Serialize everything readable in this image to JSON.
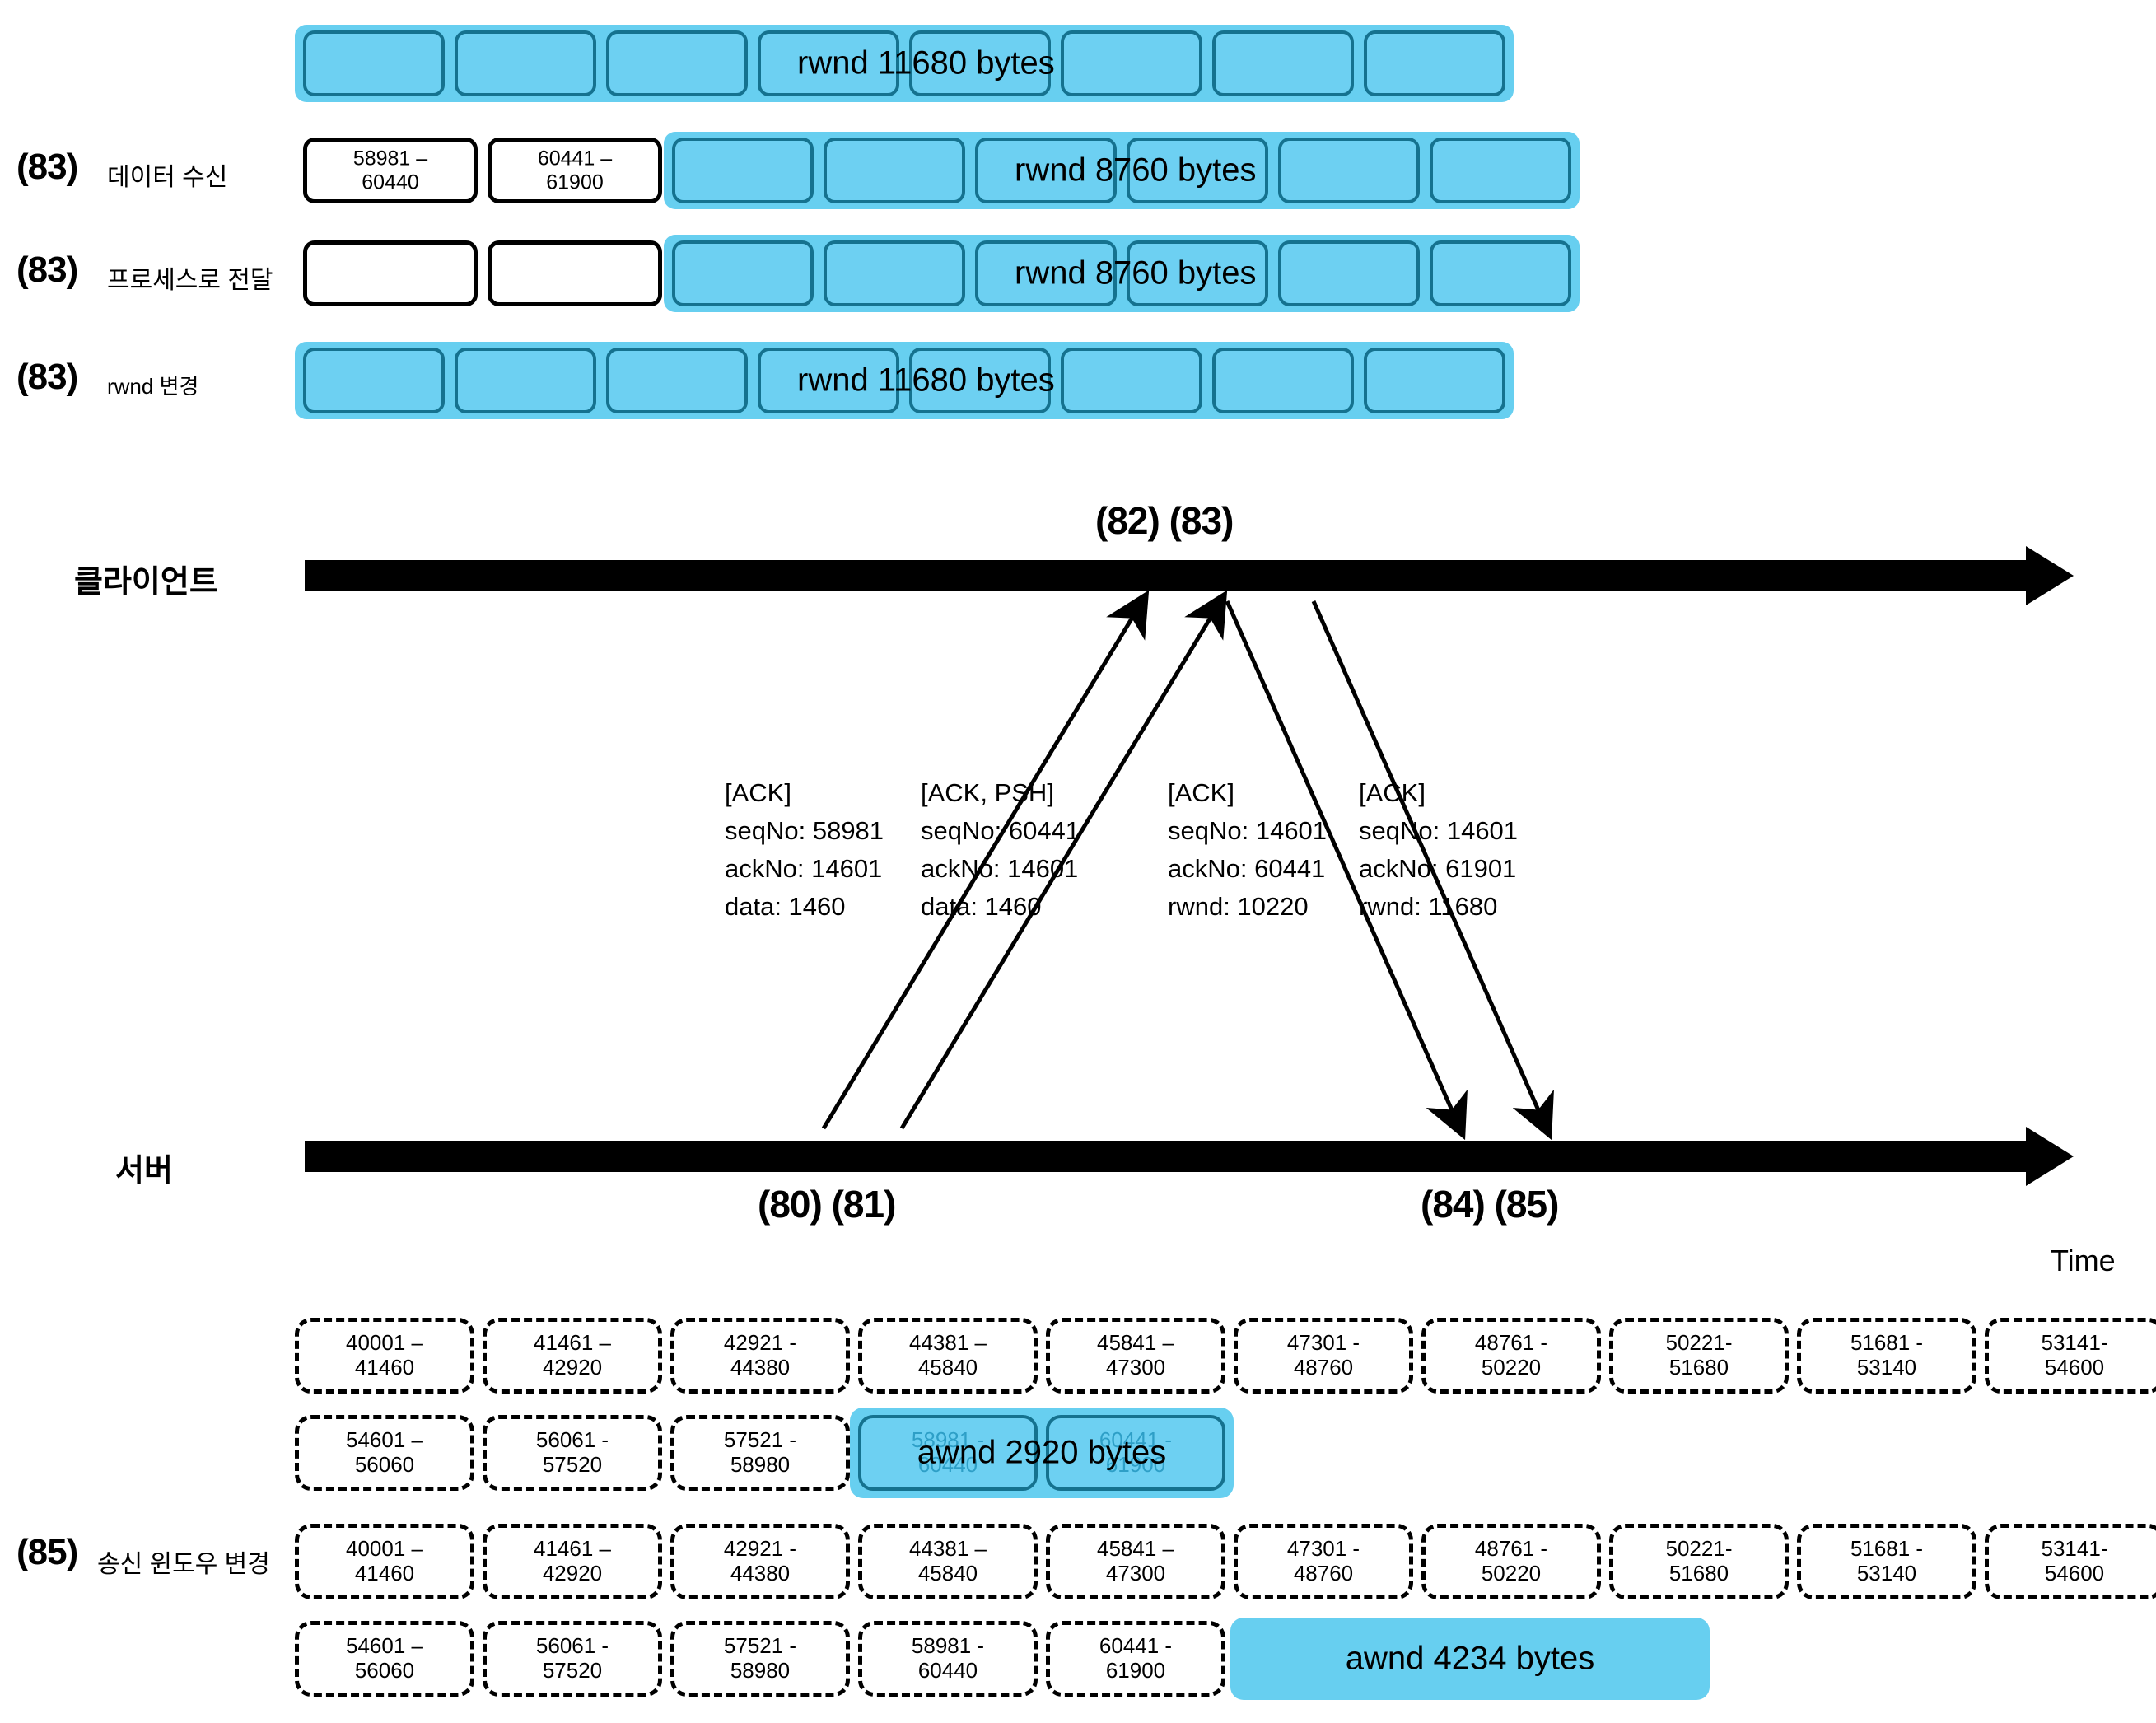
{
  "diagram": {
    "title_internal": "TCP flow control timeline",
    "colors": {
      "window_fill": "#6DD0F2",
      "window_band": "#67CFF0",
      "window_border": "#15728F",
      "inner_text_blue": "#2E9FC7",
      "line": "#000000"
    }
  },
  "receiver": {
    "rows": [
      {
        "step": "",
        "desc": "",
        "caption": "rwnd 11680 bytes",
        "cells": [
          {
            "kind": "blue",
            "text": ""
          },
          {
            "kind": "blue",
            "text": ""
          },
          {
            "kind": "blue",
            "text": ""
          },
          {
            "kind": "blue",
            "text": ""
          },
          {
            "kind": "blue",
            "text": ""
          },
          {
            "kind": "blue",
            "text": ""
          },
          {
            "kind": "blue",
            "text": ""
          },
          {
            "kind": "blue",
            "text": ""
          }
        ]
      },
      {
        "step": "(83)",
        "desc": "데이터 수신",
        "caption": "rwnd 8760 bytes",
        "cells": [
          {
            "kind": "white",
            "text": "58981 –\n60440"
          },
          {
            "kind": "white",
            "text": "60441 –\n61900"
          },
          {
            "kind": "blue",
            "text": ""
          },
          {
            "kind": "blue",
            "text": ""
          },
          {
            "kind": "blue",
            "text": ""
          },
          {
            "kind": "blue",
            "text": ""
          },
          {
            "kind": "blue",
            "text": ""
          },
          {
            "kind": "blue",
            "text": ""
          }
        ]
      },
      {
        "step": "(83)",
        "desc": "프로세스로 전달",
        "caption": "rwnd 8760 bytes",
        "cells": [
          {
            "kind": "white",
            "text": ""
          },
          {
            "kind": "white",
            "text": ""
          },
          {
            "kind": "blue",
            "text": ""
          },
          {
            "kind": "blue",
            "text": ""
          },
          {
            "kind": "blue",
            "text": ""
          },
          {
            "kind": "blue",
            "text": ""
          },
          {
            "kind": "blue",
            "text": ""
          },
          {
            "kind": "blue",
            "text": ""
          }
        ]
      },
      {
        "step": "(83)",
        "desc": "rwnd 변경",
        "caption": "rwnd 11680 bytes",
        "cells": [
          {
            "kind": "blue",
            "text": ""
          },
          {
            "kind": "blue",
            "text": ""
          },
          {
            "kind": "blue",
            "text": ""
          },
          {
            "kind": "blue",
            "text": ""
          },
          {
            "kind": "blue",
            "text": ""
          },
          {
            "kind": "blue",
            "text": ""
          },
          {
            "kind": "blue",
            "text": ""
          },
          {
            "kind": "blue",
            "text": ""
          }
        ]
      }
    ]
  },
  "timeline": {
    "client_label": "클라이언트",
    "server_label": "서버",
    "client_marker": "(82) (83)",
    "server_marker_left": "(80) (81)",
    "server_marker_right": "(84) (85)",
    "time_label": "Time"
  },
  "packets": [
    {
      "flags": "[ACK]",
      "line2": "seqNo: 58981",
      "line3": "ackNo: 14601",
      "line4": "data: 1460"
    },
    {
      "flags": "[ACK, PSH]",
      "line2": "seqNo: 60441",
      "line3": "ackNo: 14601",
      "line4": "data: 1460"
    },
    {
      "flags": "[ACK]",
      "line2": "seqNo: 14601",
      "line3": "ackNo: 60441",
      "line4": "rwnd: 10220"
    },
    {
      "flags": "[ACK]",
      "line2": "seqNo: 14601",
      "line3": "ackNo: 61901",
      "line4": "rwnd: 11680"
    }
  ],
  "sender": {
    "step": "(85)",
    "desc": "송신 윈도우 변경",
    "block_a": {
      "row1": [
        "40001 –\n41460",
        "41461 –\n42920",
        "42921 -\n44380",
        "44381 –\n45840",
        "45841 –\n47300",
        "47301 -\n48760",
        "48761 -\n50220",
        "50221-\n51680",
        "51681 -\n53140",
        "53141-\n54600"
      ],
      "row2_dashed": [
        "54601 –\n56060",
        "56061 -\n57520",
        "57521 -\n58980"
      ],
      "row2_blue": [
        "58981 -\n60440",
        "60441 -\n61900"
      ],
      "awnd_caption": "awnd 2920 bytes"
    },
    "block_b": {
      "row1": [
        "40001 –\n41460",
        "41461 –\n42920",
        "42921 -\n44380",
        "44381 –\n45840",
        "45841 –\n47300",
        "47301 -\n48760",
        "48761 -\n50220",
        "50221-\n51680",
        "51681 -\n53140",
        "53141-\n54600"
      ],
      "row2_dashed": [
        "54601 –\n56060",
        "56061 -\n57520",
        "57521 -\n58980",
        "58981 -\n60440",
        "60441 -\n61900"
      ],
      "awnd_caption": "awnd 4234 bytes"
    }
  }
}
